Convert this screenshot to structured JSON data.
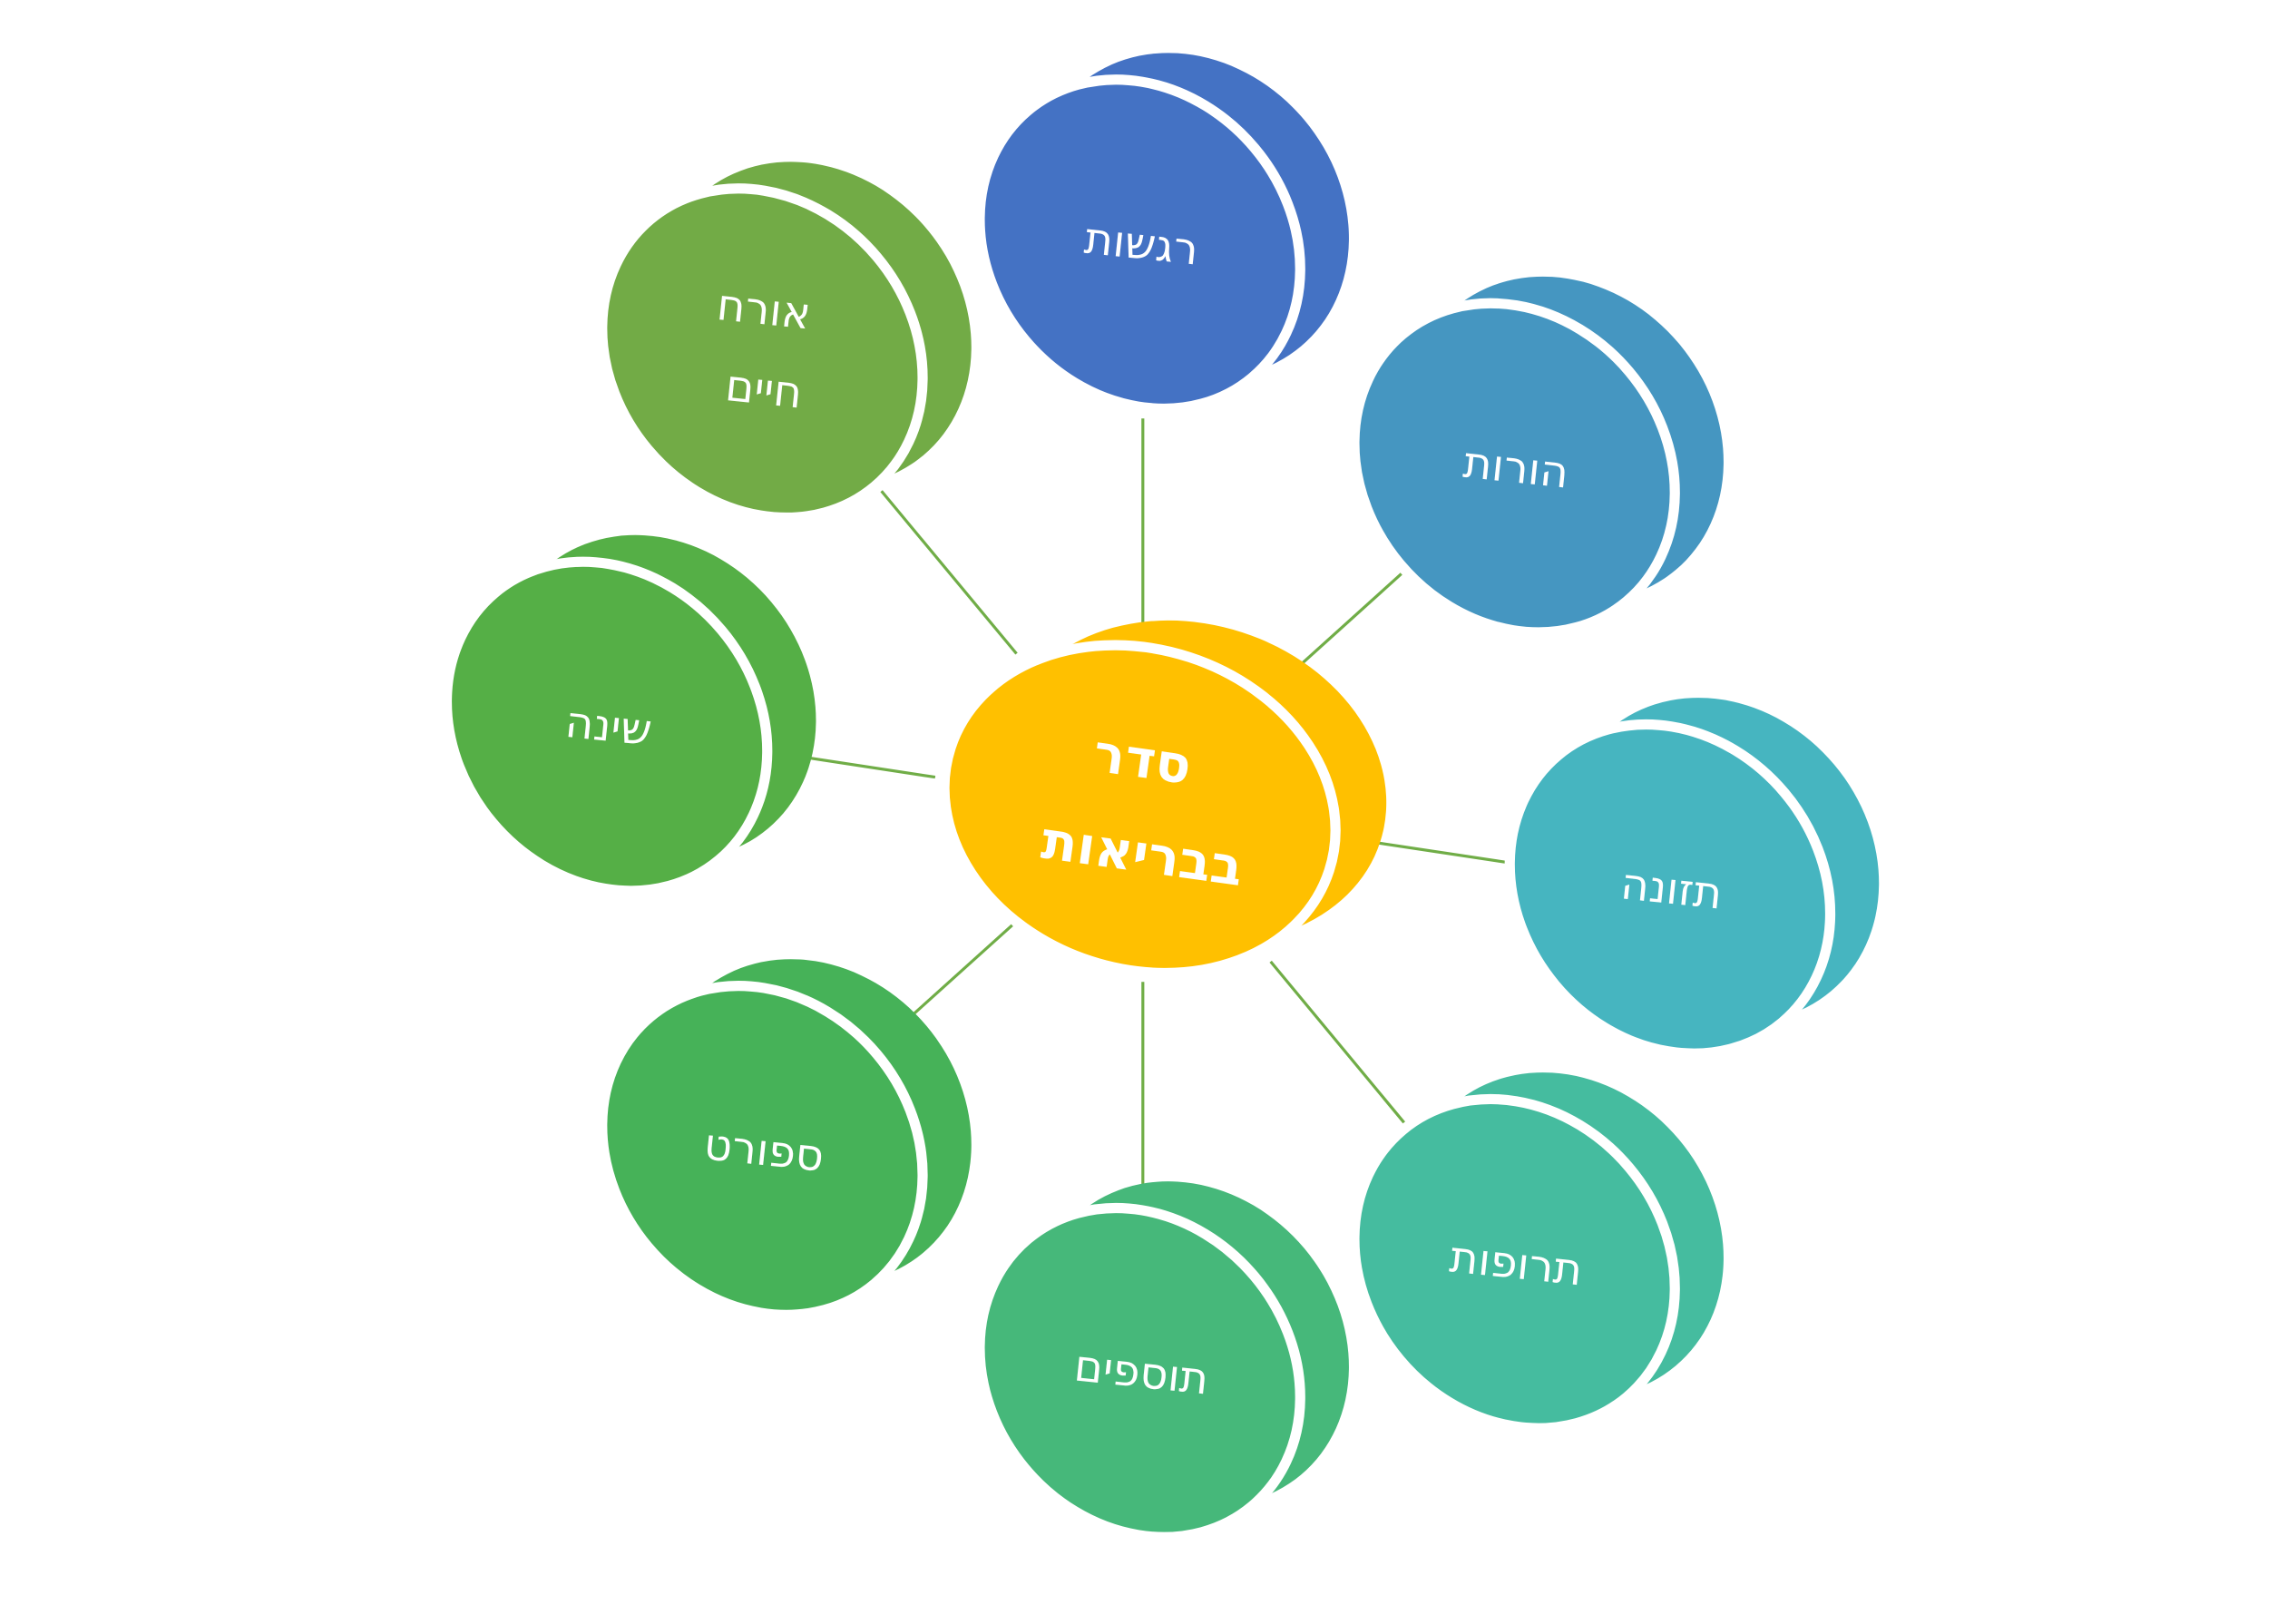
{
  "colors": {
    "line": "#70AD47",
    "center": "#FFC000"
  },
  "center": {
    "line1": "סדר",
    "line2": "בבריאות",
    "color": "#FFC000"
  },
  "nodes": [
    {
      "id": "emotions",
      "label": "רגשות",
      "color": "#4472C4"
    },
    {
      "id": "parenting",
      "label": "הורות",
      "color": "#4596C1"
    },
    {
      "id": "nutrition",
      "label": "תזונה",
      "color": "#46B5C0"
    },
    {
      "id": "medications",
      "label": "תרופות",
      "color": "#45BC9F"
    },
    {
      "id": "supplements",
      "label": "תוספים",
      "color": "#46B87A"
    },
    {
      "id": "sport",
      "label": "ספורט",
      "color": "#46B258"
    },
    {
      "id": "sleep",
      "label": "שינה",
      "color": "#55AF46"
    },
    {
      "id": "lifestyle",
      "label_line1": "אורח",
      "label_line2": "חיים",
      "color": "#72AB46"
    }
  ]
}
